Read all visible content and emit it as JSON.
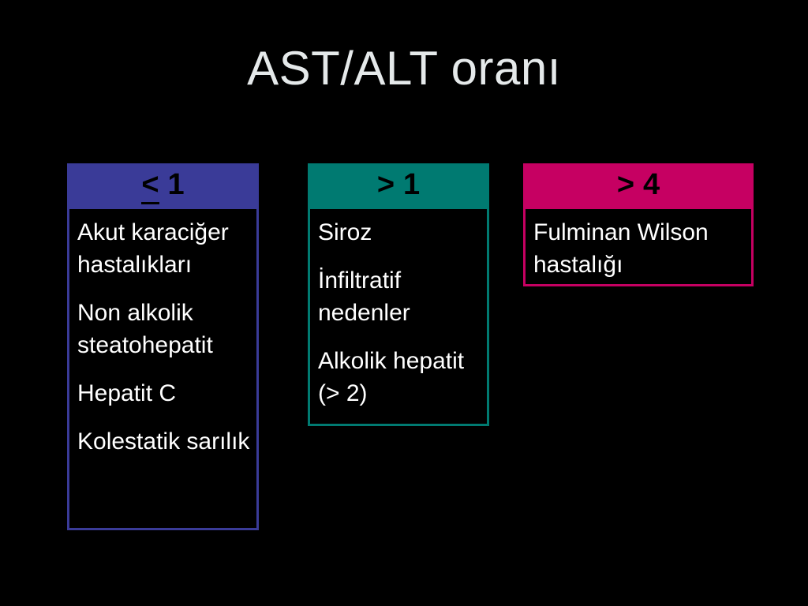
{
  "slide": {
    "title": "AST/ALT oranı",
    "background": "#000000",
    "title_color": "#E5E9EA",
    "body_text_color": "#FFFFFF",
    "header_text_color": "#000000"
  },
  "boxes": [
    {
      "name": "ratio-le-1",
      "accent": "#3A3B98",
      "header": {
        "symbol": "<",
        "symbol_underlined": true,
        "value": "1"
      },
      "items": [
        "Akut karaciğer hastalıkları",
        "Non alkolik steatohepatit",
        "Hepatit C",
        "Kolestatik sarılık"
      ]
    },
    {
      "name": "ratio-gt-1",
      "accent": "#007A71",
      "header": {
        "symbol": ">",
        "symbol_underlined": false,
        "value": "1"
      },
      "items": [
        "Siroz",
        "İnfiltratif nedenler",
        "Alkolik hepatit (> 2)"
      ]
    },
    {
      "name": "ratio-gt-4",
      "accent": "#C60062",
      "header": {
        "symbol": ">",
        "symbol_underlined": false,
        "value": "4"
      },
      "items": [
        "Fulminan Wilson hastalığı"
      ]
    }
  ]
}
